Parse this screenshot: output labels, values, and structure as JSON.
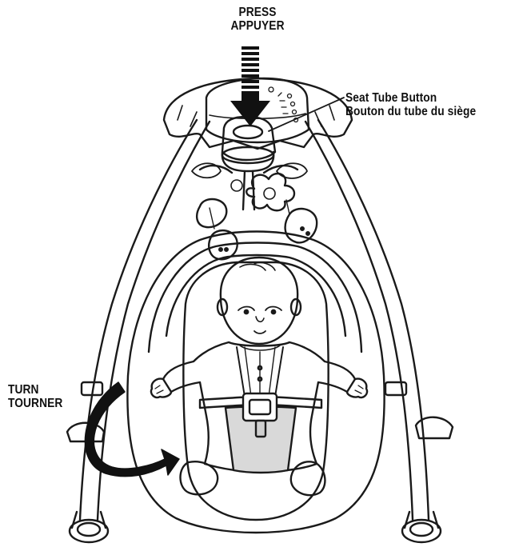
{
  "labels": {
    "press_en": "PRESS",
    "press_fr": "APPUYER",
    "seat_tube_en": "Seat Tube Button",
    "seat_tube_fr": "Bouton du tube du siège",
    "turn_en": "TURN",
    "turn_fr": "TOURNER"
  },
  "colors": {
    "line": "#1a1a1a",
    "harness_fill": "#d9d9d9",
    "arrow": "#111111"
  },
  "icons": {
    "press_arrow": "down-arrow-icon",
    "turn_arrow": "curved-arrow-icon"
  }
}
